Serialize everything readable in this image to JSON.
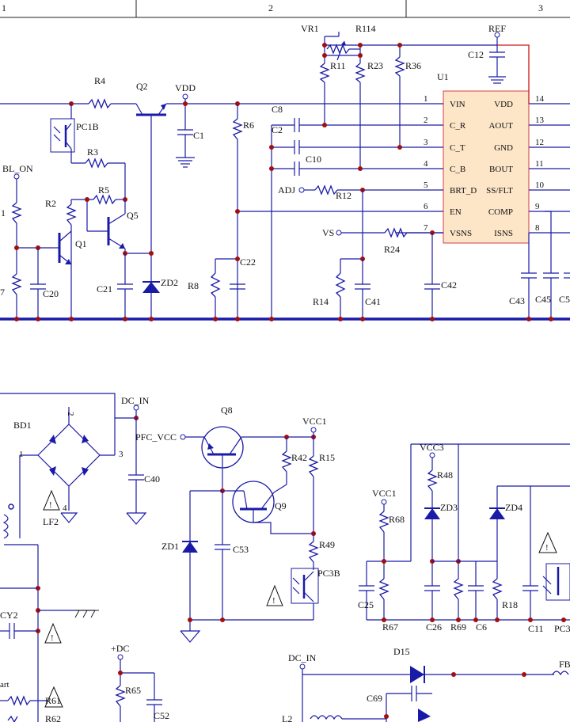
{
  "border": {
    "zones": [
      "1",
      "2",
      "3"
    ]
  },
  "ic": {
    "ref": "U1",
    "left_pins": [
      {
        "num": "1",
        "name": "VIN"
      },
      {
        "num": "2",
        "name": "C_R"
      },
      {
        "num": "3",
        "name": "C_T"
      },
      {
        "num": "4",
        "name": "C_B"
      },
      {
        "num": "5",
        "name": "BRT_D"
      },
      {
        "num": "6",
        "name": "EN"
      },
      {
        "num": "7",
        "name": "VSNS"
      }
    ],
    "right_pins": [
      {
        "num": "14",
        "name": "VDD"
      },
      {
        "num": "13",
        "name": "AOUT"
      },
      {
        "num": "12",
        "name": "GND"
      },
      {
        "num": "11",
        "name": "BOUT"
      },
      {
        "num": "10",
        "name": "SS/FLT"
      },
      {
        "num": "9",
        "name": "COMP"
      },
      {
        "num": "8",
        "name": "ISNS"
      }
    ]
  },
  "nets": {
    "vdd": "VDD",
    "ref": "REF",
    "bl_on": "BL_ON",
    "adj": "ADJ",
    "vs": "VS",
    "dc_in": "DC_IN",
    "dc_in2": "DC_IN",
    "pfc_vcc": "PFC_VCC",
    "vcc1_a": "VCC1",
    "vcc1_b": "VCC1",
    "vcc3": "VCC3",
    "plus_dc": "+DC"
  },
  "parts": {
    "vr1": "VR1",
    "r114": "R114",
    "r11": "R11",
    "r23": "R23",
    "r36": "R36",
    "c12": "C12",
    "r4": "R4",
    "q2": "Q2",
    "c1": "C1",
    "c8": "C8",
    "c2": "C2",
    "c10": "C10",
    "r6": "R6",
    "pc1b": "PC1B",
    "r3": "R3",
    "r5": "R5",
    "r2": "R2",
    "q5": "Q5",
    "q1": "Q1",
    "r12": "R12",
    "r24": "R24",
    "r1_partial": "1",
    "r7_partial": "7",
    "c20": "C20",
    "c21": "C21",
    "zd2": "ZD2",
    "r8": "R8",
    "c22": "C22",
    "r14": "R14",
    "c41": "C41",
    "c42": "C42",
    "c43": "C43",
    "c45": "C45",
    "c5x": "C5",
    "bd1": "BD1",
    "c40": "C40",
    "lf2": "LF2",
    "q8": "Q8",
    "q9": "Q9",
    "r42": "R42",
    "r15": "R15",
    "zd1": "ZD1",
    "c53": "C53",
    "r49": "R49",
    "pc3b": "PC3B",
    "r68": "R68",
    "r48": "R48",
    "zd3": "ZD3",
    "zd4": "ZD4",
    "c25": "C25",
    "r67": "R67",
    "c26": "C26",
    "r69": "R69",
    "c6": "C6",
    "r18": "R18",
    "c11": "C11",
    "pc3x": "PC3",
    "cy2": "CY2",
    "d15": "D15",
    "r65": "R65",
    "c52": "C52",
    "c69": "C69",
    "r62": "R62",
    "r61": "R61",
    "fb": "FB",
    "l2": "L2",
    "art": "art"
  },
  "bridge_pins": {
    "p1": "1",
    "p2": "2",
    "p3": "3",
    "p4": "4"
  }
}
